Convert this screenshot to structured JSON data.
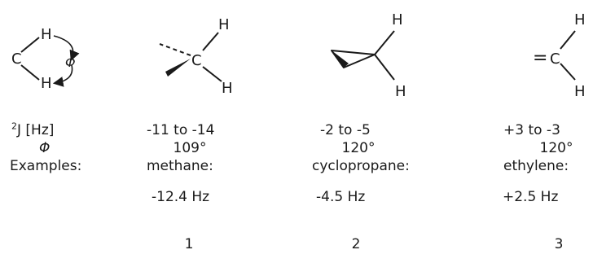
{
  "general": {
    "h1": "H",
    "c": "C",
    "h2": "H",
    "phi_symbol": "Φ"
  },
  "labels": {
    "coupling_sup": "2",
    "coupling_main": "J [Hz]",
    "phi": "Φ",
    "examples": "Examples:"
  },
  "columns": [
    {
      "atom_h_top": "H",
      "atom_c": "C",
      "atom_h_bottom": "H",
      "range": "-11  to  -14",
      "angle": "109°",
      "example": "methane:",
      "value": "-12.4 Hz",
      "number": "1"
    },
    {
      "atom_h_top": "H",
      "atom_h_bottom": "H",
      "range": "-2  to  -5",
      "angle": "120°",
      "example": "cyclopropane:",
      "value": "-4.5 Hz",
      "number": "2"
    },
    {
      "atom_h_top": "H",
      "atom_eq": "=",
      "atom_c": "C",
      "atom_h_bottom": "H",
      "range": "+3  to  -3",
      "angle": "120°",
      "example": "ethylene:",
      "value": "+2.5 Hz",
      "number": "3"
    }
  ],
  "colors": {
    "ink": "#1a1a1a",
    "background": "#ffffff"
  }
}
